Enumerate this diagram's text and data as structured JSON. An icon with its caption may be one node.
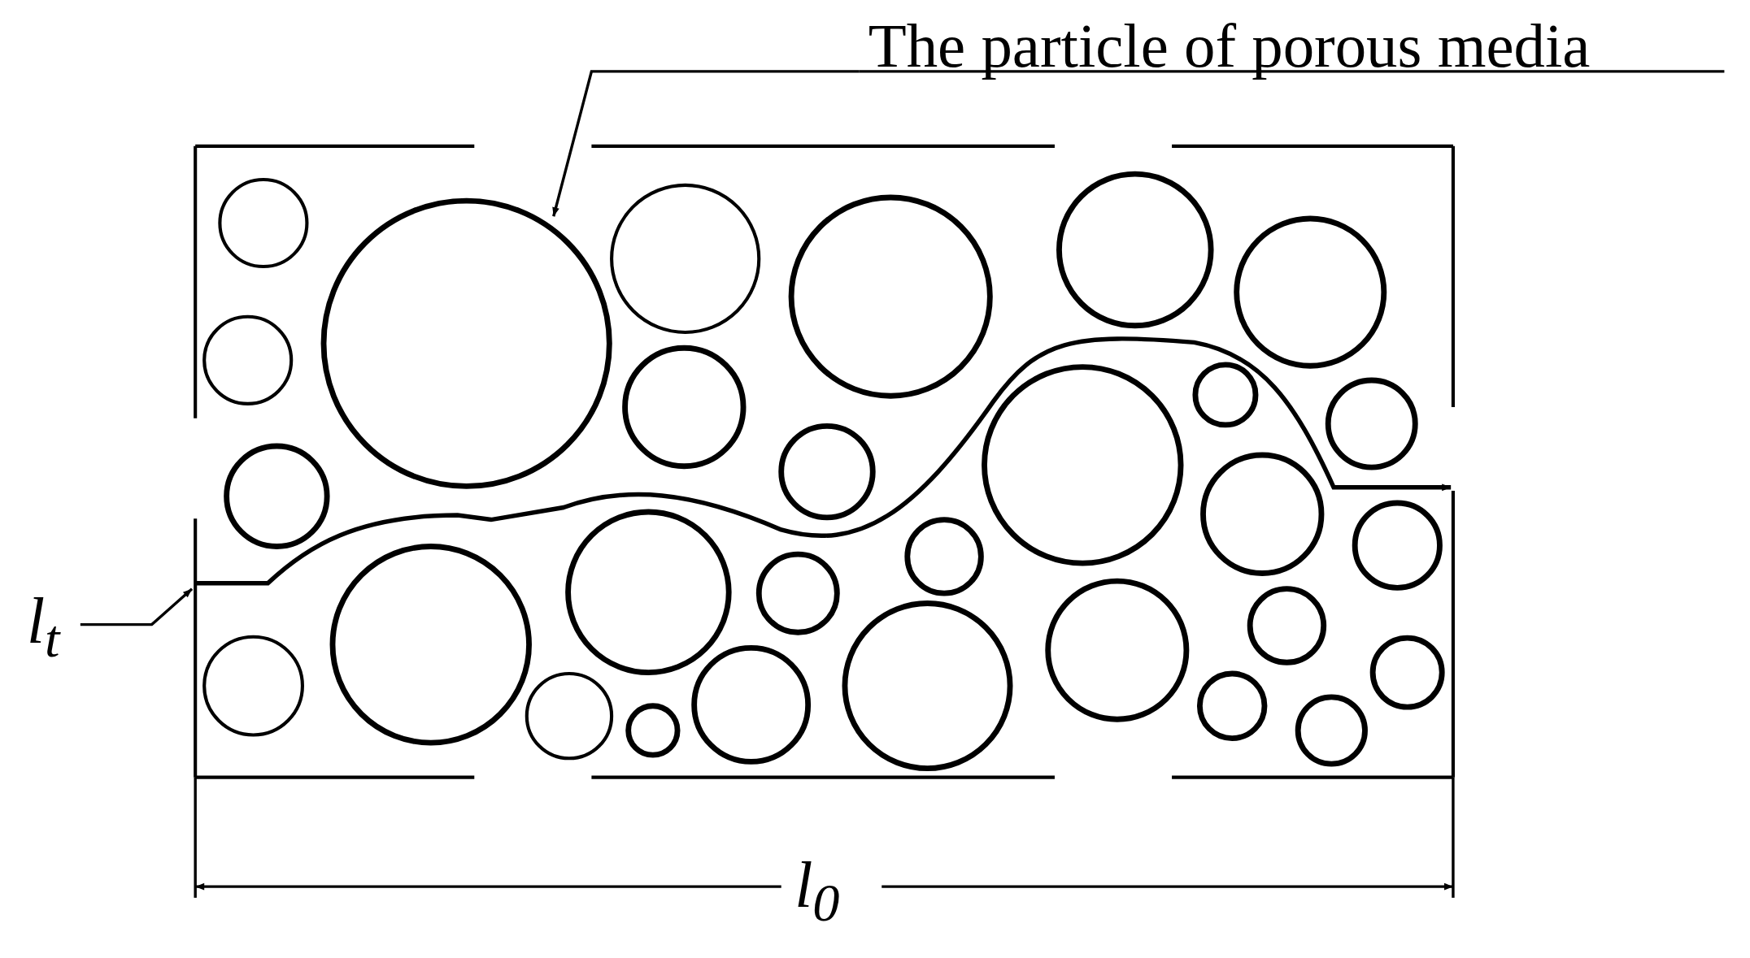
{
  "diagram": {
    "nodes": [
      {
        "text": [
          "The particle of porous media"
        ]
      },
      {
        "text": [],
        "shape": "circle"
      },
      {
        "text": [
          "l$_{t}$"
        ]
      }
    ],
    "edges": [
      {
        "from": 0,
        "to": 1,
        "arrow": "to"
      },
      {
        "from": 2,
        "to": null,
        "arrow": "to"
      }
    ],
    "labels": [
      "l$_{0}$"
    ]
  }
}
